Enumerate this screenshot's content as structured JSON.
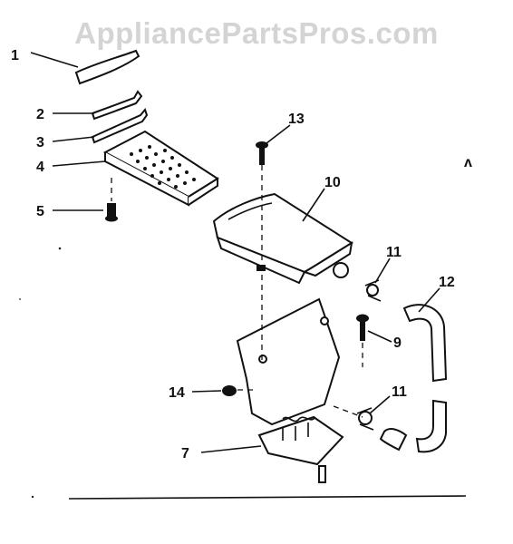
{
  "watermark": "AppliancePartsPros.com",
  "callouts": [
    "1",
    "2",
    "3",
    "4",
    "5",
    "13",
    "10",
    "11",
    "12",
    "9",
    "14",
    "11",
    "7"
  ],
  "margin_mark": "ᴧ"
}
